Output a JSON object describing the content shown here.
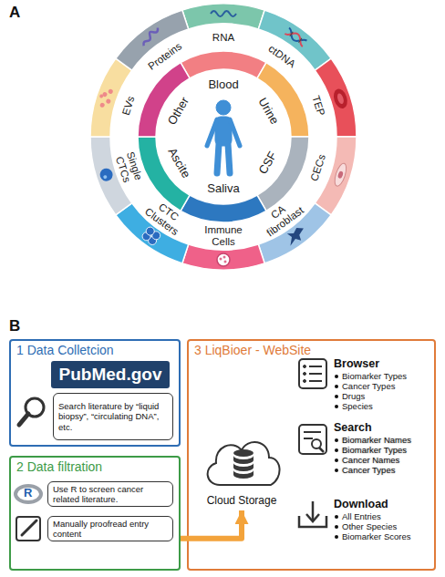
{
  "diagram": {
    "nodes": [
      {
        "text": [
          "RNA"
        ]
      },
      {
        "text": [
          "ctDNA"
        ]
      },
      {
        "text": [
          "TEP"
        ]
      },
      {
        "text": [
          "CECs"
        ]
      },
      {
        "text": [
          "CA fibroblast"
        ]
      },
      {
        "text": [
          "Immune Cells"
        ]
      },
      {
        "text": [
          "CTC Clusters"
        ]
      },
      {
        "text": [
          "Single CTCs"
        ]
      },
      {
        "text": [
          "EVs"
        ]
      },
      {
        "text": [
          "Proteins"
        ]
      },
      {
        "text": [
          "Blood"
        ]
      },
      {
        "text": [
          "Urine"
        ]
      },
      {
        "text": [
          "CSF"
        ]
      },
      {
        "text": [
          "Saliva"
        ]
      },
      {
        "text": [
          "Ascite"
        ]
      },
      {
        "text": [
          "Other"
        ]
      },
      {
        "text": [
          "1 Data Colletcion"
        ]
      },
      {
        "text": [
          "PubMed.gov"
        ],
        "in": 16
      },
      {
        "text": [
          "Search literature by “liquid biopsy”, “circulating DNA”, etc."
        ],
        "in": 16
      },
      {
        "text": [
          "2 Data filtration"
        ]
      },
      {
        "text": [
          "Use R to screen cancer related literature."
        ],
        "in": 19
      },
      {
        "text": [
          "Manually proofread entry content"
        ],
        "in": 19
      },
      {
        "text": [
          "3 LiqBioer - WebSite"
        ]
      },
      {
        "text": [
          "Cloud Storage"
        ],
        "in": 22
      },
      {
        "text": [
          "Browser",
          "Biomarker Types",
          "Cancer Types",
          "Drugs",
          "Species"
        ],
        "in": 22
      },
      {
        "text": [
          "Search",
          "Biomarker Names",
          "Biomarker Types",
          "Cancer Names",
          "Cancer Types"
        ],
        "in": 22
      },
      {
        "text": [
          "Download",
          "All Entries",
          "Other Species",
          "Biomarker Scores"
        ],
        "in": 22
      }
    ],
    "edges": [
      {
        "from": 19,
        "to": 23,
        "arrow": "to"
      }
    ],
    "labels": [
      "A",
      "B",
      "R"
    ]
  }
}
